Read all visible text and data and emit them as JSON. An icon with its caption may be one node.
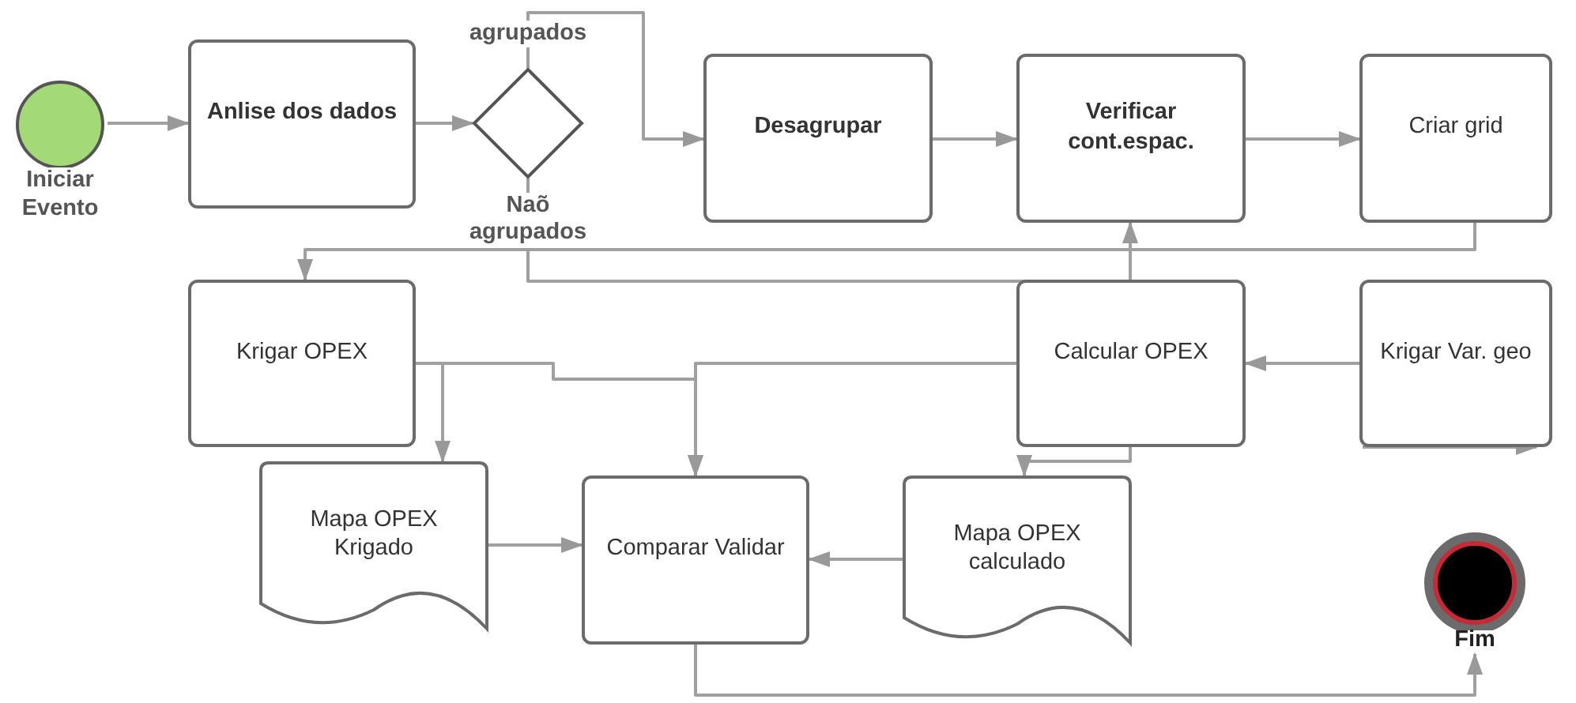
{
  "diagram": {
    "nodes": [
      {
        "text": [
          "Iniciar Evento"
        ]
      },
      {
        "text": [
          "Anlise dos dados"
        ]
      },
      {
        "text": [],
        "shape": "diamond"
      },
      {
        "text": [
          "Desagrupar"
        ]
      },
      {
        "text": [
          "Verificar cont.espac."
        ]
      },
      {
        "text": [
          "Criar grid"
        ]
      },
      {
        "text": [
          "Krigar OPEX"
        ]
      },
      {
        "text": [
          "Calcular  OPEX"
        ]
      },
      {
        "text": [
          "Krigar Var. geo"
        ]
      },
      {
        "text": [
          "Mapa OPEX Krigado"
        ]
      },
      {
        "text": [
          "Comparar Validar"
        ]
      },
      {
        "text": [
          "Mapa OPEX calculado"
        ]
      },
      {
        "text": [
          "Fim"
        ]
      }
    ],
    "edges": [
      {
        "from": 0,
        "to": 1,
        "arrow": "to"
      },
      {
        "from": 1,
        "to": 2,
        "arrow": "to"
      },
      {
        "from": 2,
        "to": 3,
        "arrow": "to",
        "label": "agrupados"
      },
      {
        "from": 2,
        "to": 4,
        "arrow": "to",
        "label": "Naõ agrupados"
      },
      {
        "from": 3,
        "to": 4,
        "arrow": "to"
      },
      {
        "from": 4,
        "to": 5,
        "arrow": "to"
      },
      {
        "from": 5,
        "to": 6,
        "arrow": "to"
      },
      {
        "from": 6,
        "to": 9,
        "arrow": "to"
      },
      {
        "from": 6,
        "to": 10,
        "arrow": "to"
      },
      {
        "from": 7,
        "to": 10,
        "arrow": "to"
      },
      {
        "from": 8,
        "to": 7,
        "arrow": "to"
      },
      {
        "from": 7,
        "to": 11,
        "arrow": "to"
      },
      {
        "from": 9,
        "to": 10,
        "arrow": "to"
      },
      {
        "from": 11,
        "to": 10,
        "arrow": "to"
      },
      {
        "from": 10,
        "to": 12,
        "arrow": "to"
      },
      {
        "from": null,
        "to": 8,
        "arrow": "to"
      }
    ]
  }
}
